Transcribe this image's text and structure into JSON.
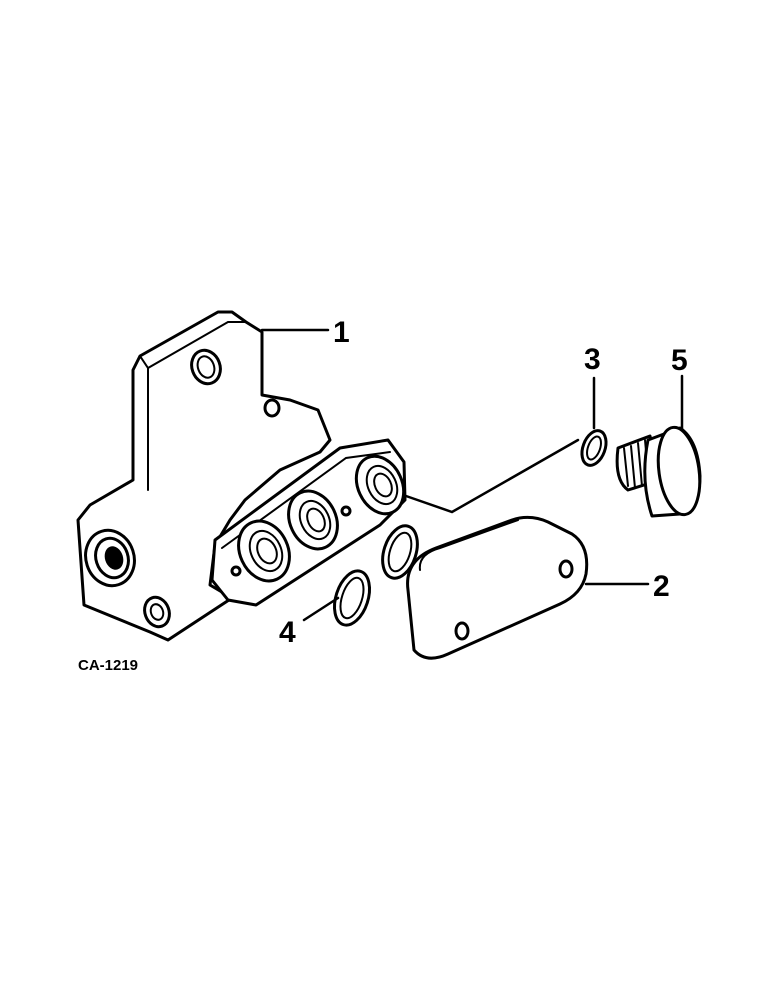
{
  "figure": {
    "code": "CA-1219",
    "callouts": [
      {
        "id": "1",
        "label": "1"
      },
      {
        "id": "2",
        "label": "2"
      },
      {
        "id": "3",
        "label": "3"
      },
      {
        "id": "4",
        "label": "4"
      },
      {
        "id": "5",
        "label": "5"
      }
    ]
  },
  "parts": [
    {
      "callout": "1",
      "icon": "valve-body-icon"
    },
    {
      "callout": "2",
      "icon": "cover-plate-icon"
    },
    {
      "callout": "3",
      "icon": "seal-ring-icon"
    },
    {
      "callout": "4",
      "icon": "o-ring-pair-icon"
    },
    {
      "callout": "5",
      "icon": "plug-icon"
    }
  ]
}
